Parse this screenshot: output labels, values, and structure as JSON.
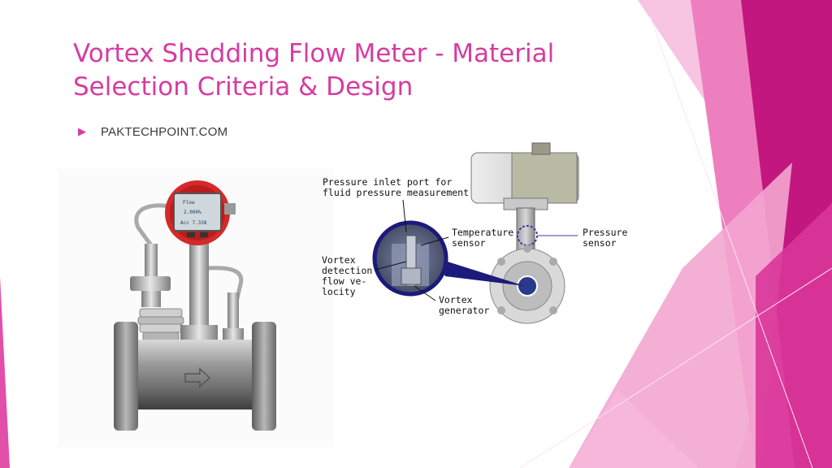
{
  "slide": {
    "title_line1": "Vortex Shedding Flow Meter - Material",
    "title_line2": "Selection Criteria & Design",
    "bullet": "PAKTECHPOINT.COM"
  },
  "meter_display": {
    "line1": "Flow",
    "line2": "2.000%",
    "line3": "Acc 7.338"
  },
  "diagram": {
    "pressure_port_line1": "Pressure inlet port for",
    "pressure_port_line2": "fluid pressure measurement",
    "temperature_line1": "Temperature",
    "temperature_line2": "sensor",
    "pressure_sensor_line1": "Pressure",
    "pressure_sensor_line2": "sensor",
    "vortex_detect_line1": "Vortex",
    "vortex_detect_line2": "detection",
    "vortex_detect_line3": "flow ve-",
    "vortex_detect_line4": "locity",
    "generator_line1": "Vortex",
    "generator_line2": "generator"
  },
  "colors": {
    "accent": "#d63ca0",
    "magenta_dark": "#c2177e",
    "pink_light": "#f3a6d0",
    "callout_navy": "#1c1a7a"
  }
}
